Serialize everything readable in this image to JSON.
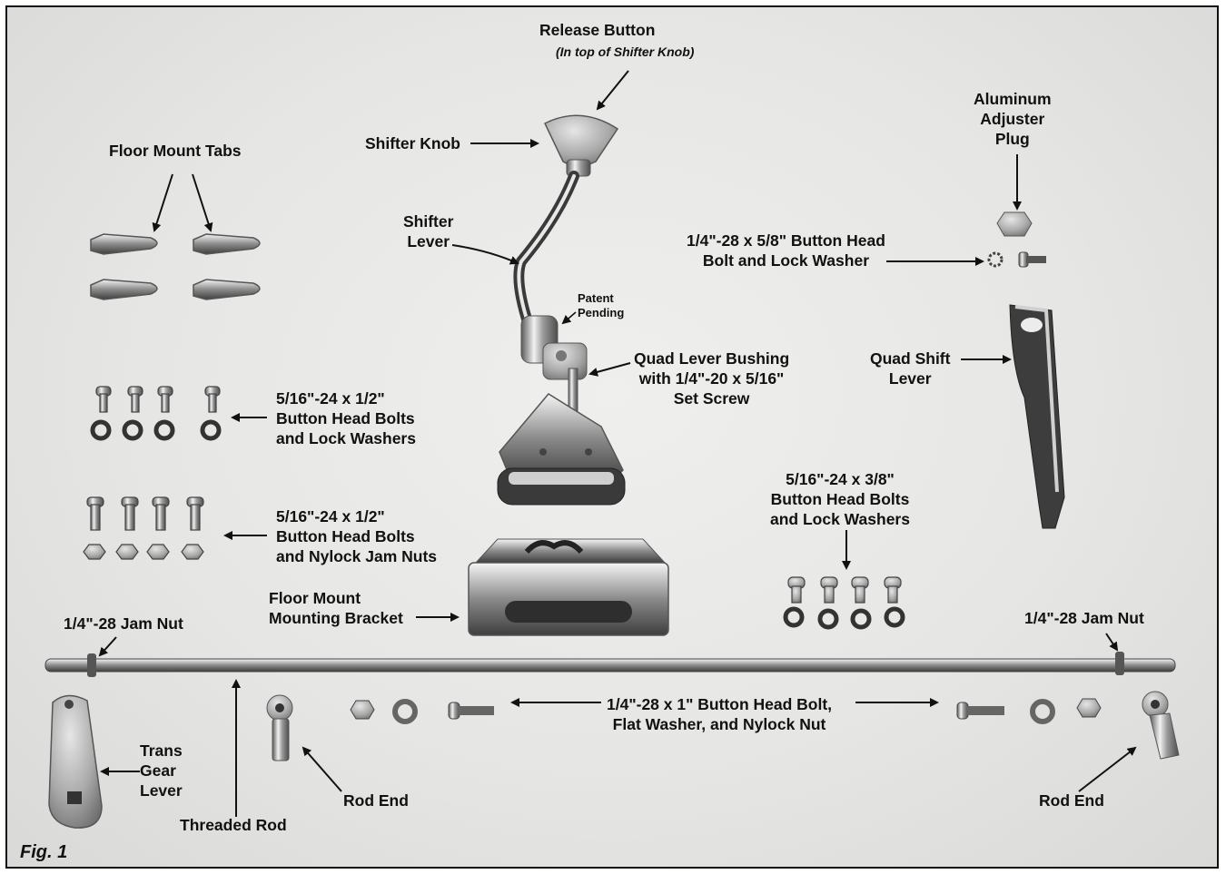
{
  "figure_label": "Fig. 1",
  "labels": {
    "release_button": "Release Button",
    "release_button_note": "(In top of Shifter Knob)",
    "shifter_knob": "Shifter Knob",
    "floor_mount_tabs": "Floor Mount Tabs",
    "shifter_lever": "Shifter\nLever",
    "patent_pending": "Patent\nPending",
    "aluminum_adjuster_plug": "Aluminum\nAdjuster\nPlug",
    "button_head_bolt_5_8": "1/4\"-28 x 5/8\" Button Head\nBolt and Lock Washer",
    "quad_lever_bushing": "Quad Lever Bushing\nwith 1/4\"-20 x 5/16\"\nSet Screw",
    "quad_shift_lever": "Quad Shift\nLever",
    "bolts_lock_washers_1_2": "5/16\"-24 x 1/2\"\nButton Head Bolts\nand Lock Washers",
    "bolts_jam_nuts_1_2": "5/16\"-24 x 1/2\"\nButton Head Bolts\nand Nylock Jam Nuts",
    "bolts_lock_washers_3_8": "5/16\"-24 x 3/8\"\nButton Head Bolts\nand Lock Washers",
    "floor_mount_bracket": "Floor Mount\nMounting Bracket",
    "jam_nut_left": "1/4\"-28 Jam Nut",
    "jam_nut_right": "1/4\"-28 Jam Nut",
    "bolt_washer_nut_1in": "1/4\"-28 x 1\" Button Head Bolt,\nFlat Washer, and Nylock Nut",
    "trans_gear_lever": "Trans\nGear\nLever",
    "threaded_rod": "Threaded Rod",
    "rod_end_left": "Rod End",
    "rod_end_right": "Rod End"
  },
  "colors": {
    "background": "#e6e6e4",
    "text": "#111111",
    "chrome_light": "#f4f4f4",
    "chrome_dark": "#6e6e6e"
  }
}
